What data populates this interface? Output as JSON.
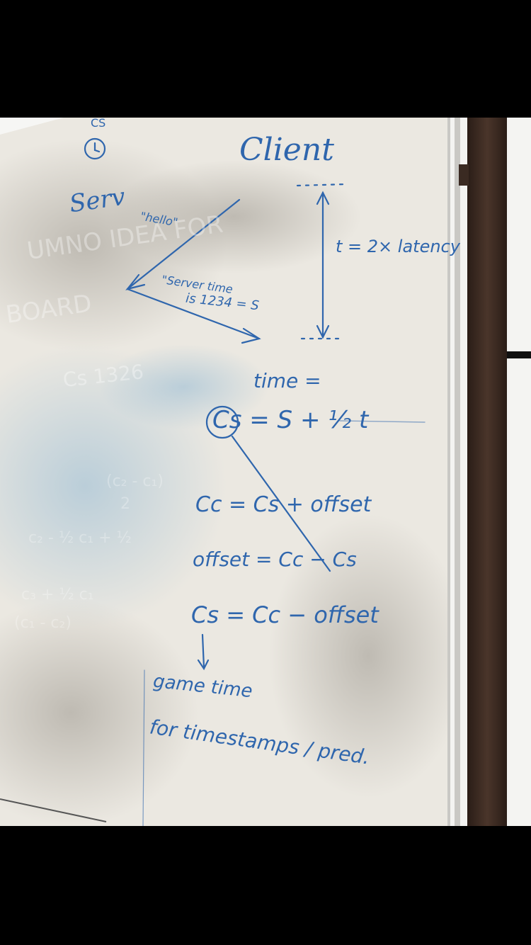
{
  "whiteboard": {
    "top_label": "CS",
    "client_label": "Client",
    "server_label": "Serv",
    "hello_msg": "\"hello\"",
    "server_time_msg_line1": "\"Server time",
    "server_time_msg_line2": "is 1234 = S",
    "rtt_label": "t = 2× latency",
    "time_label": "time =",
    "cs_formula": "Cs = S + ½ t",
    "cc_formula": "Cc = Cs + offset",
    "offset_formula": "offset = Cc − Cs",
    "cs_from_cc_formula": "Cs = Cc − offset",
    "game_time_label": "game time",
    "usage_label": "for timestamps / pred."
  },
  "colors": {
    "ink": "#2f66ad",
    "board": "#e9e6de",
    "frame": "#3d2b22",
    "background": "#000000"
  }
}
